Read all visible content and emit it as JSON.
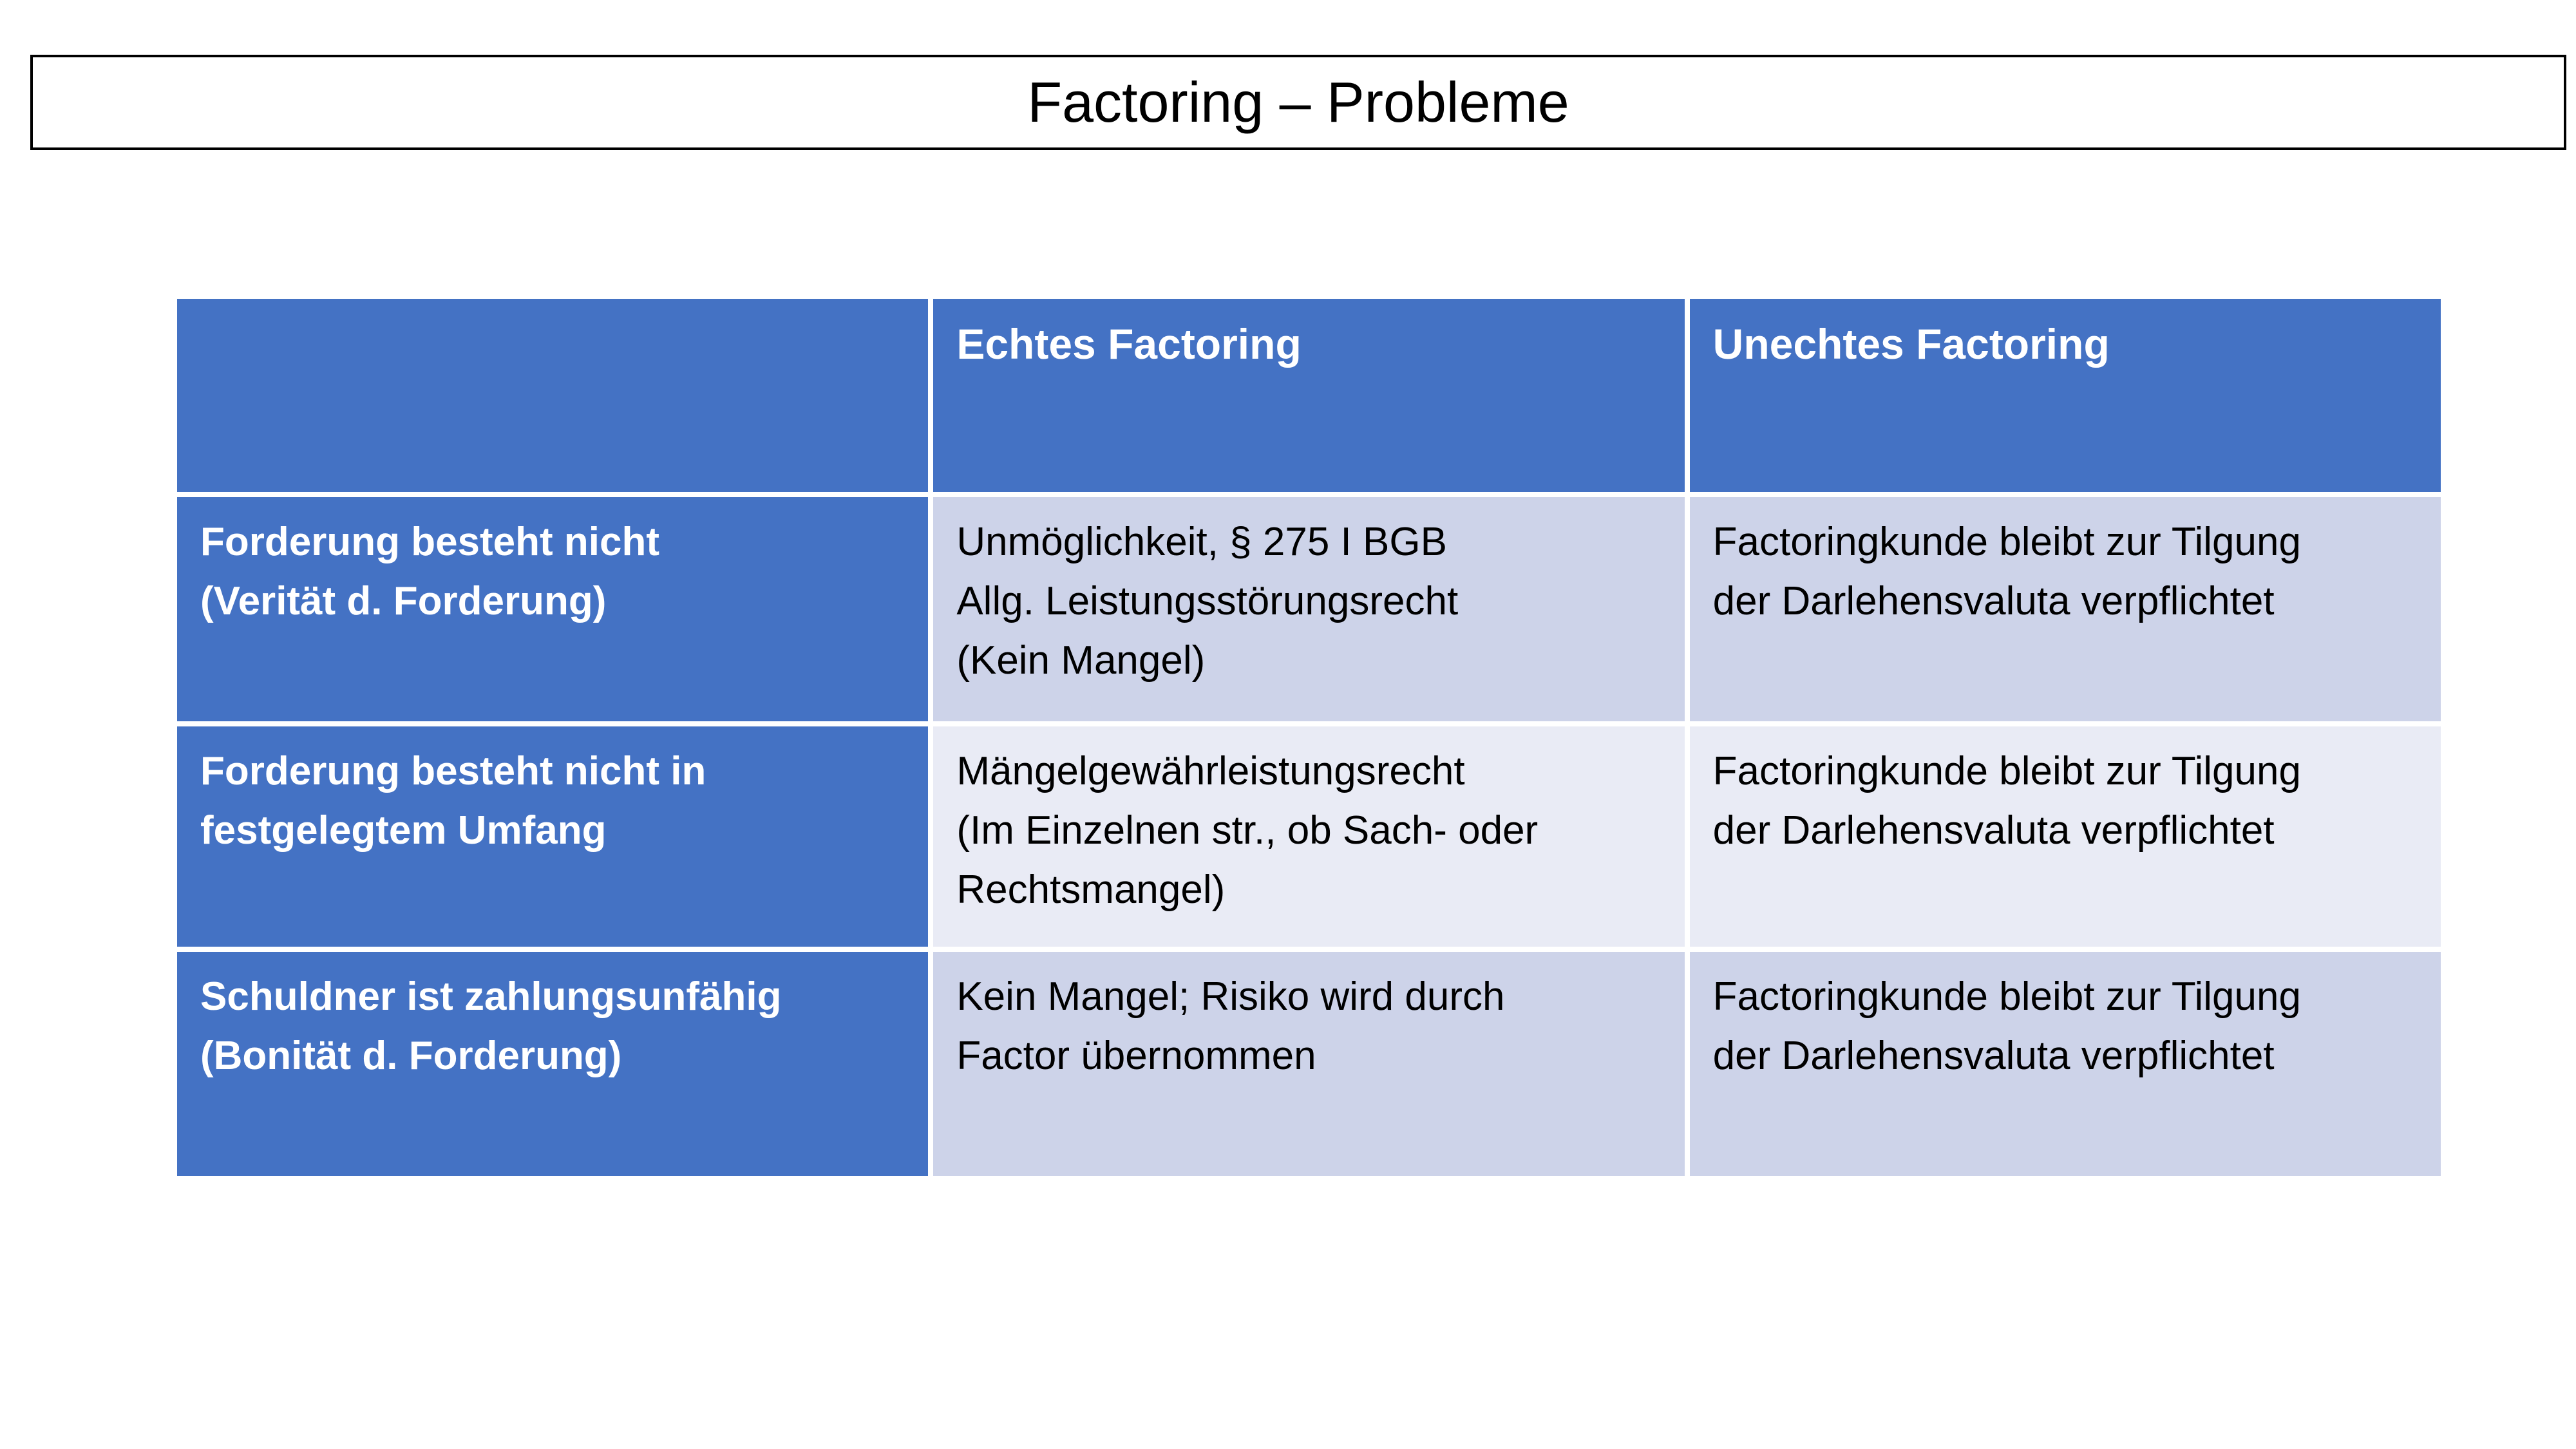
{
  "colors": {
    "header_bg": "#4472C4",
    "header_text": "#FFFFFF",
    "band_dark": "#CDD3E9",
    "band_light": "#E9EBF5",
    "body_text": "#000000",
    "title_text": "#000000",
    "title_border": "#000000"
  },
  "title": "Factoring – Probleme",
  "table": {
    "columns": [
      "",
      "Echtes Factoring",
      "Unechtes Factoring"
    ],
    "rows": [
      {
        "cells": [
          "Forderung besteht nicht\n(Verität d. Forderung)",
          "Unmöglichkeit, § 275 I BGB\nAllg. Leistungsstörungsrecht\n(Kein Mangel)",
          "Factoringkunde bleibt zur Tilgung\nder Darlehensvaluta verpflichtet"
        ]
      },
      {
        "cells": [
          "Forderung besteht nicht in\nfestgelegtem Umfang",
          "Mängelgewährleistungsrecht\n(Im Einzelnen str., ob Sach- oder\nRechtsmangel)",
          "Factoringkunde bleibt zur Tilgung\nder Darlehensvaluta verpflichtet"
        ]
      },
      {
        "cells": [
          "Schuldner ist zahlungsunfähig\n(Bonität d. Forderung)",
          "Kein Mangel; Risiko wird durch\nFactor übernommen",
          "Factoringkunde bleibt zur Tilgung\nder Darlehensvaluta verpflichtet"
        ]
      }
    ]
  }
}
